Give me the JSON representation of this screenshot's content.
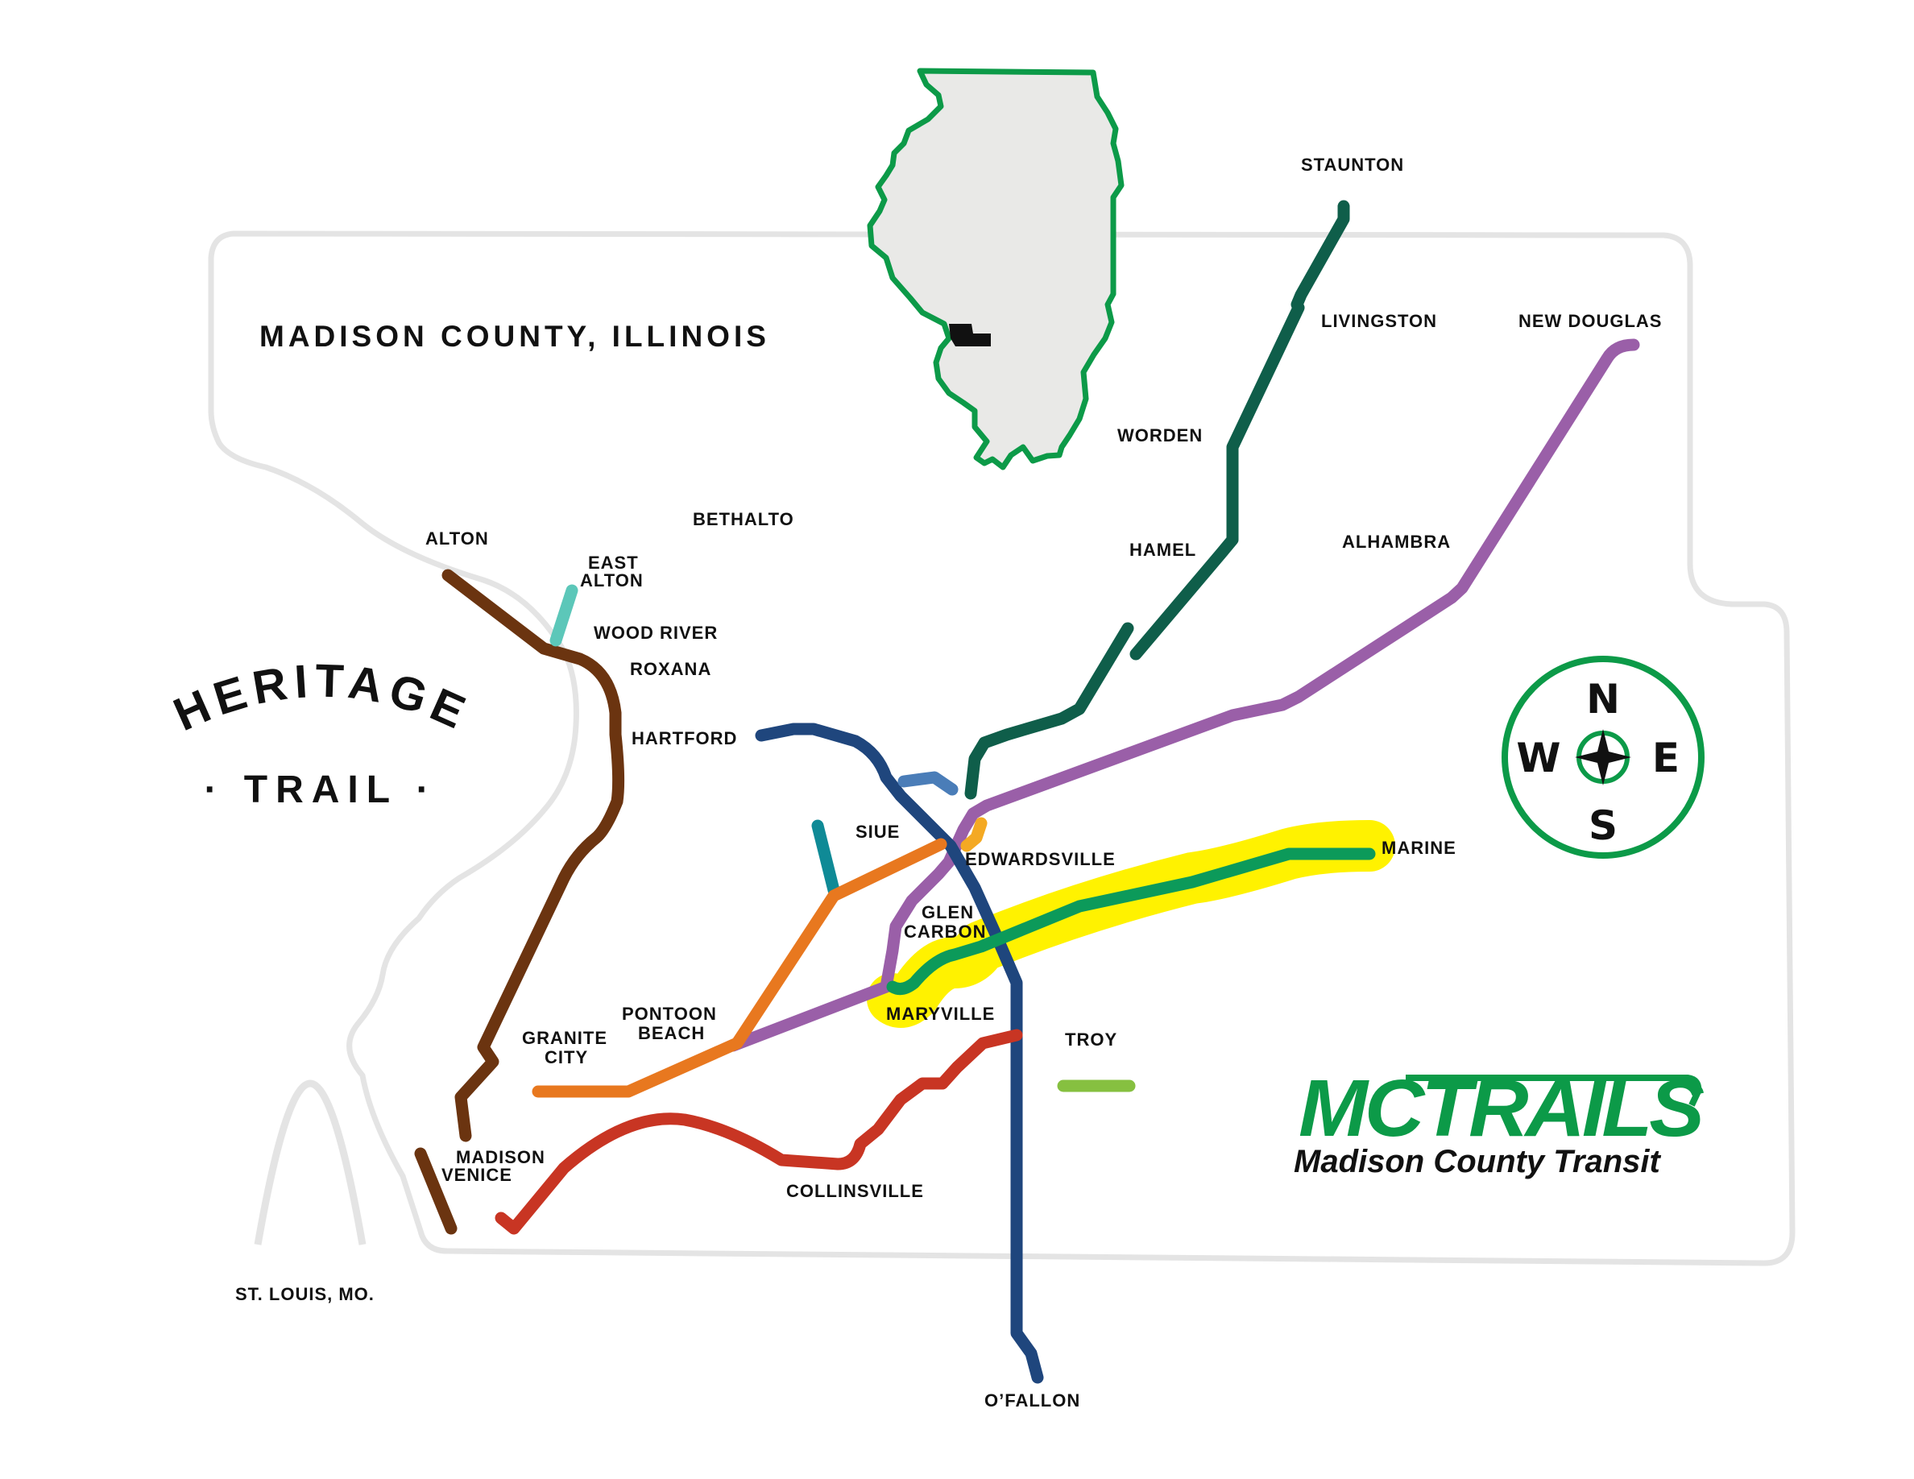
{
  "title": "MADISON COUNTY, ILLINOIS",
  "heritage_trail": {
    "line1": "HERITAGE",
    "line2": "· TRAIL ·"
  },
  "compass": {
    "north": "N",
    "south": "S",
    "east": "E",
    "west": "W"
  },
  "logo": {
    "brand": "MCTRAILS",
    "subtitle": "Madison County Transit"
  },
  "places": {
    "staunton": "STAUNTON",
    "livingston": "LIVINGSTON",
    "new_douglas": "NEW DOUGLAS",
    "worden": "WORDEN",
    "hamel": "HAMEL",
    "alhambra": "ALHAMBRA",
    "alton": "ALTON",
    "bethalto": "BETHALTO",
    "east_alton_1": "EAST",
    "east_alton_2": "ALTON",
    "wood_river": "WOOD RIVER",
    "roxana": "ROXANA",
    "hartford": "HARTFORD",
    "siue": "SIUE",
    "edwardsville": "EDWARDSVILLE",
    "marine": "MARINE",
    "glen_carbon_1": "GLEN",
    "glen_carbon_2": "CARBON",
    "pontoon_beach_1": "PONTOON",
    "pontoon_beach_2": "BEACH",
    "granite_city_1": "GRANITE",
    "granite_city_2": "CITY",
    "maryville": "MARYVILLE",
    "troy": "TROY",
    "madison": "MADISON",
    "venice": "VENICE",
    "collinsville": "COLLINSVILLE",
    "st_louis": "ST. LOUIS, MO.",
    "ofallon": "O’FALLON"
  },
  "colors": {
    "county_outline": "#e4e4e4",
    "illinois_fill": "#e9e9e7",
    "illinois_stroke": "#0c9a48",
    "highlight": "#fff200",
    "nickel_plate_green": "#0c9a5a",
    "dark_green": "#0f5e4a",
    "purple": "#9a5fa8",
    "brown": "#6b3410",
    "teal": "#5cc7b9",
    "navy": "#1f467d",
    "blue": "#4a7db8",
    "dark_teal": "#0f8a96",
    "orange": "#e8781f",
    "amber": "#f4a923",
    "red": "#c83523",
    "lime": "#86c040",
    "compass_ring": "#0c9a48"
  }
}
